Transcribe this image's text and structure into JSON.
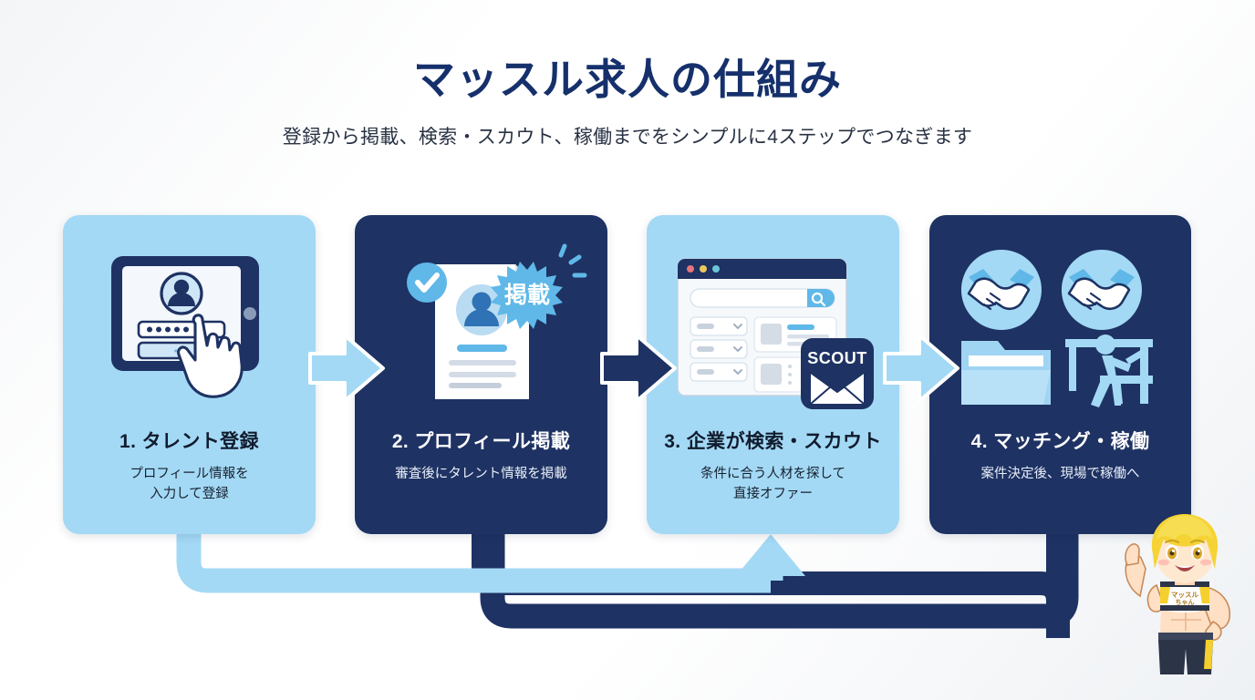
{
  "header": {
    "title": "マッスル求人の仕組み",
    "subtitle": "登録から掲載、検索・スカウト、稼働までをシンプルに4ステップでつなぎます"
  },
  "theme": {
    "navy": "#1e3263",
    "light_blue": "#a3d9f5",
    "accent_blue": "#5fb8e8",
    "title_navy": "#15306b",
    "background": "#ffffff"
  },
  "steps": [
    {
      "number": "1.",
      "title": "1. タレント登録",
      "desc_line1": "プロフィール情報を",
      "desc_line2": "入力して登録",
      "theme": "light",
      "icon": "tablet-login-hand-icon"
    },
    {
      "number": "2.",
      "title": "2. プロフィール掲載",
      "desc_line1": "審査後にタレント情報を掲載",
      "desc_line2": "",
      "theme": "dark",
      "icon": "profile-document-icon",
      "badge_label": "掲載",
      "check_badge": "check-circle-icon"
    },
    {
      "number": "3.",
      "title": "3. 企業が検索・スカウト",
      "desc_line1": "条件に合う人材を探して",
      "desc_line2": "直接オファー",
      "theme": "light",
      "icon": "browser-search-icon",
      "badge_label": "SCOUT",
      "badge_icon": "envelope-icon"
    },
    {
      "number": "4.",
      "title": "4. マッチング・稼働",
      "desc_line1": "案件決定後、現場で稼働へ",
      "desc_line2": "",
      "theme": "dark",
      "icon": "handshake-folder-worker-icon"
    }
  ],
  "arrows": [
    {
      "name": "arrow-step1-to-step2",
      "color": "#a3d9f5",
      "direction": "right"
    },
    {
      "name": "arrow-step2-to-step3",
      "color": "#1e3263",
      "direction": "right"
    },
    {
      "name": "arrow-step3-to-step4",
      "color": "#a3d9f5",
      "direction": "right"
    }
  ],
  "connectors": [
    {
      "name": "loop-connector-light",
      "color": "#a3d9f5"
    },
    {
      "name": "loop-connector-navy",
      "color": "#1e3263"
    },
    {
      "name": "feedback-arrow-up",
      "color": "#a3d9f5",
      "direction": "up"
    }
  ],
  "mascot": {
    "name": "muscle-mascot-character",
    "shirt_text": "マッスル\nちゃん",
    "hair_color": "#f5d335",
    "skin_color": "#ffe0c4",
    "shorts_color": "#2c3448"
  }
}
